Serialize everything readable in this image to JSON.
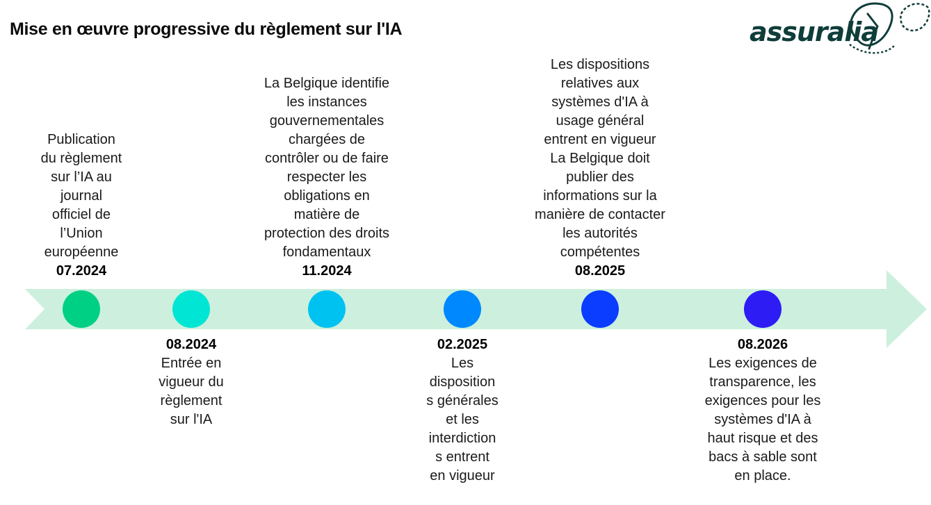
{
  "title": "Mise en œuvre progressive du règlement sur l'IA",
  "logo": {
    "text": "assuralia",
    "color": "#0f3d3a"
  },
  "arrow_color": "#ccf0dd",
  "milestones": [
    {
      "date": "07.2024",
      "color": "#00d084",
      "text_lines": [
        "Publication",
        "du règlement",
        "sur l’IA au",
        "journal",
        "officiel de",
        "l’Union",
        "européenne"
      ]
    },
    {
      "date": "08.2024",
      "color": "#00e5d4",
      "text_lines": [
        "Entrée en",
        "vigueur du",
        "règlement",
        "sur l'IA"
      ]
    },
    {
      "date": "11.2024",
      "color": "#00c2f0",
      "text_lines": [
        "La Belgique identifie",
        "les instances",
        "gouvernementales",
        "chargées de",
        "contrôler ou de faire",
        "respecter les",
        "obligations en",
        "matière de",
        "protection des droits",
        "fondamentaux"
      ]
    },
    {
      "date": "02.2025",
      "color": "#0088ff",
      "text_lines": [
        "Les",
        "disposition",
        "s générales",
        "et les",
        "interdiction",
        "s entrent",
        "en vigueur"
      ]
    },
    {
      "date": "08.2025",
      "color": "#0a3dff",
      "text_lines": [
        "Les dispositions",
        "relatives aux",
        "systèmes d'IA à",
        "usage général",
        "entrent en vigueur",
        "La Belgique doit",
        "publier des",
        "informations sur la",
        "manière de contacter",
        "les autorités",
        "compétentes"
      ]
    },
    {
      "date": "08.2026",
      "color": "#2e1cf5",
      "text_lines": [
        "Les exigences de",
        "transparence,  les",
        "exigences pour les",
        "systèmes d'IA à",
        "haut risque et des",
        "bacs à sable sont",
        "en place."
      ]
    }
  ]
}
